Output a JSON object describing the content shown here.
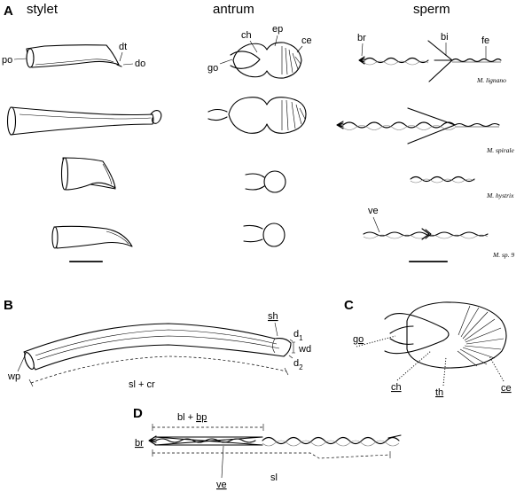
{
  "panels": {
    "a": "A",
    "b": "B",
    "c": "C",
    "d": "D"
  },
  "columns": {
    "stylet": "stylet",
    "antrum": "antrum",
    "sperm": "sperm"
  },
  "labels_a": {
    "po": "po",
    "dt": "dt",
    "do": "do",
    "ch": "ch",
    "ep": "ep",
    "ce": "ce",
    "go": "go",
    "br": "br",
    "bi": "bi",
    "fe": "fe",
    "ve": "ve"
  },
  "species": [
    "M. lignano",
    "M. spirale",
    "M. hystrix",
    "M. sp. 9"
  ],
  "labels_b": {
    "sh": "sh",
    "d1_main": "d",
    "d1_sub": "1",
    "wd": "wd",
    "d2_main": "d",
    "d2_sub": "2",
    "wp": "wp",
    "slcr": "sl + cr"
  },
  "labels_c": {
    "go": "go",
    "ch": "ch",
    "th": "th",
    "ce": "ce"
  },
  "labels_d": {
    "blbp_prefix": "bl + ",
    "blbp_bp": "bp",
    "br": "br",
    "ve": "ve",
    "sl": "sl"
  }
}
